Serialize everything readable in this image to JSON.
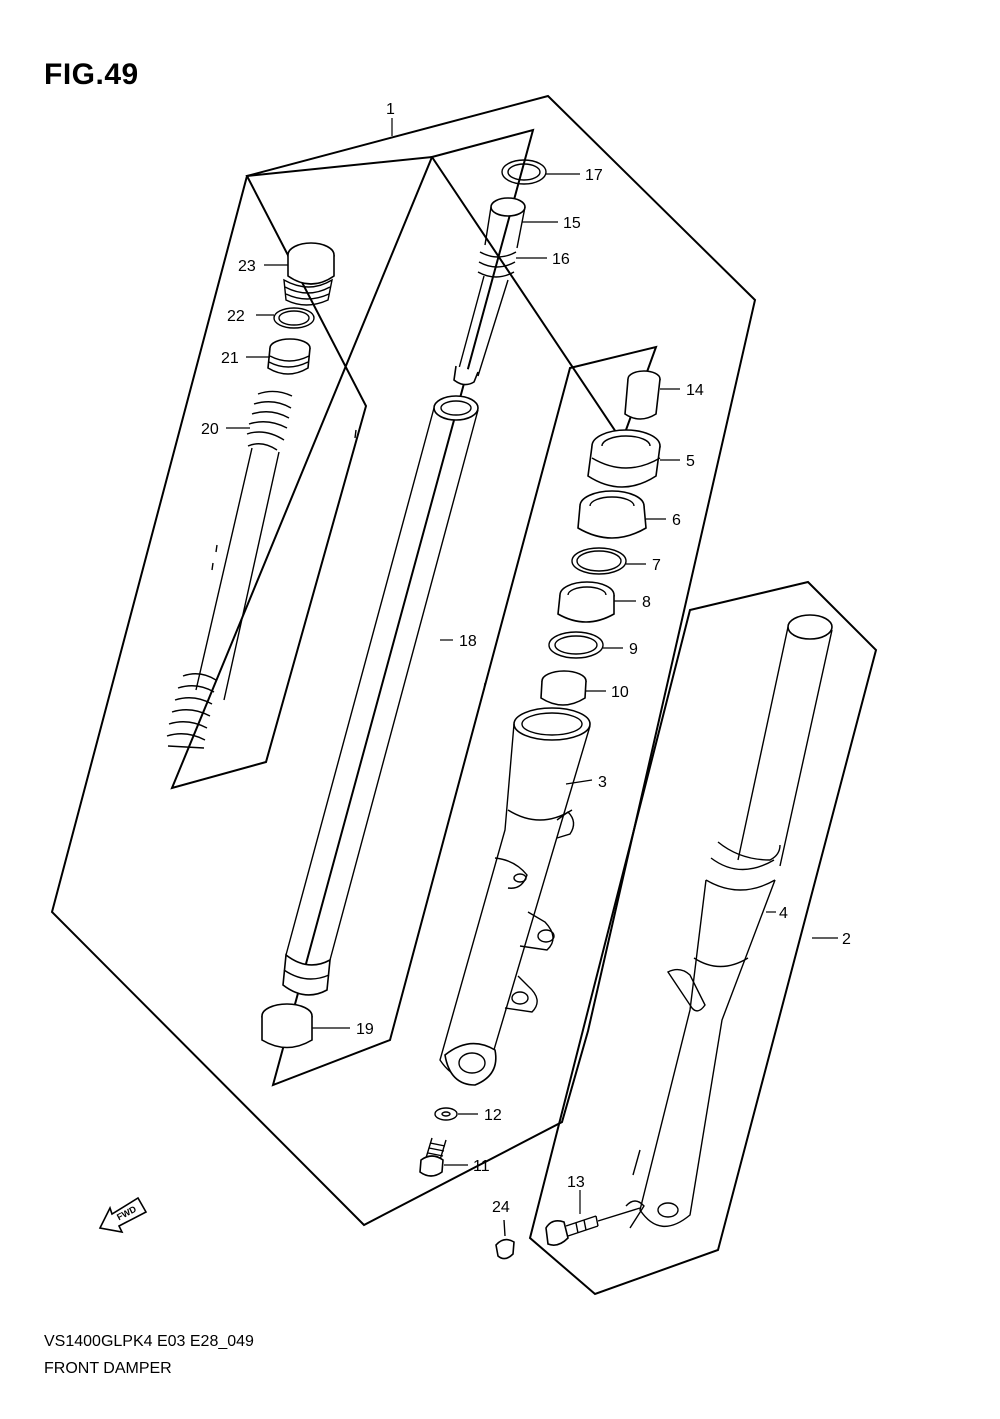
{
  "figure": {
    "title": "FIG.49",
    "model_code": "VS1400GLPK4 E03 E28_049",
    "name": "FRONT DAMPER",
    "fwd_label": "FWD"
  },
  "callouts": [
    {
      "id": "1",
      "label": "1"
    },
    {
      "id": "2",
      "label": "2"
    },
    {
      "id": "3",
      "label": "3"
    },
    {
      "id": "4",
      "label": "4"
    },
    {
      "id": "5",
      "label": "5"
    },
    {
      "id": "6",
      "label": "6"
    },
    {
      "id": "7",
      "label": "7"
    },
    {
      "id": "8",
      "label": "8"
    },
    {
      "id": "9",
      "label": "9"
    },
    {
      "id": "10",
      "label": "10"
    },
    {
      "id": "11",
      "label": "11"
    },
    {
      "id": "12",
      "label": "12"
    },
    {
      "id": "13",
      "label": "13"
    },
    {
      "id": "14",
      "label": "14"
    },
    {
      "id": "15",
      "label": "15"
    },
    {
      "id": "16",
      "label": "16"
    },
    {
      "id": "17",
      "label": "17"
    },
    {
      "id": "18",
      "label": "18"
    },
    {
      "id": "19",
      "label": "19"
    },
    {
      "id": "20",
      "label": "20"
    },
    {
      "id": "21",
      "label": "21"
    },
    {
      "id": "22",
      "label": "22"
    },
    {
      "id": "23",
      "label": "23"
    },
    {
      "id": "24",
      "label": "24"
    }
  ]
}
